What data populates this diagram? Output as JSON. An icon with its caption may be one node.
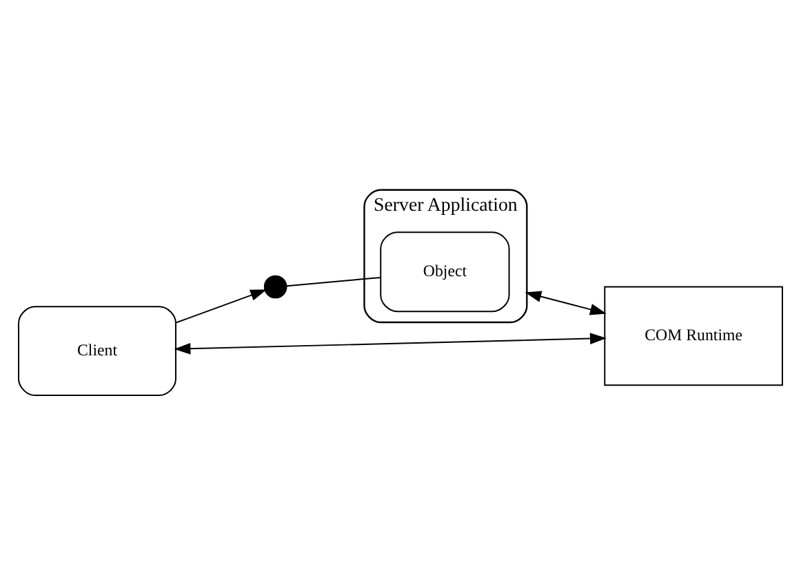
{
  "diagram": {
    "nodes": [
      {
        "text": [
          "Client"
        ]
      },
      {
        "text": [
          "Server Application"
        ]
      },
      {
        "text": [
          "Object"
        ],
        "in": 1
      },
      {
        "text": [],
        "shape": "circle"
      },
      {
        "text": [
          "COM Runtime"
        ]
      }
    ],
    "edges": [
      {
        "from": 0,
        "to": 3,
        "arrow": "to"
      },
      {
        "from": 3,
        "to": 2,
        "arrow": "none"
      },
      {
        "from": 0,
        "to": 4,
        "arrow": "both"
      },
      {
        "from": 1,
        "to": 4,
        "arrow": "both"
      }
    ]
  }
}
